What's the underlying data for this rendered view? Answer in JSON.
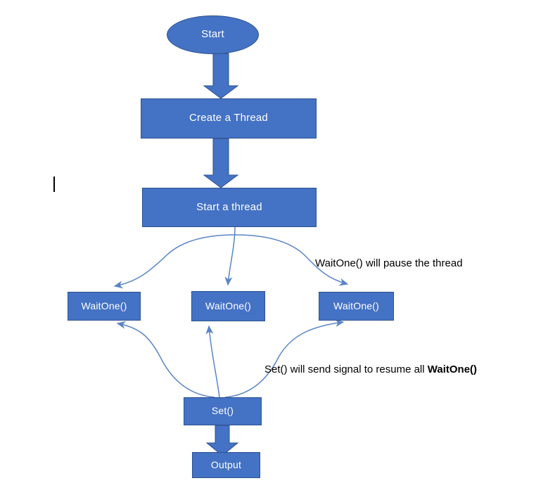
{
  "diagram": {
    "title": "ManualResetEvent WaitOne Set flowchart",
    "background_color": "#FFFFFF",
    "node_fill_color": "#4472C4",
    "node_border_color": "#2E528F",
    "node_text_color": "#FFFFFF",
    "arrow_color": "#4472C4",
    "thin_arrow_color": "#5B84C4",
    "annotation_text_color": "#000000",
    "nodes": {
      "start": {
        "label": "Start",
        "shape": "ellipse"
      },
      "create_thread": {
        "label": "Create a Thread",
        "shape": "rectangle"
      },
      "start_thread": {
        "label": "Start a thread",
        "shape": "rectangle"
      },
      "wait_one_left": {
        "label": "WaitOne()",
        "shape": "rectangle"
      },
      "wait_one_middle": {
        "label": "WaitOne()",
        "shape": "rectangle"
      },
      "wait_one_right": {
        "label": "WaitOne()",
        "shape": "rectangle"
      },
      "set": {
        "label": "Set()",
        "shape": "rectangle"
      },
      "output": {
        "label": "Output",
        "shape": "rectangle"
      }
    },
    "annotations": {
      "wait_note": "WaitOne() will pause the thread",
      "set_note_prefix": "Set() will send signal to resume all ",
      "set_note_bold": "WaitOne()"
    }
  }
}
